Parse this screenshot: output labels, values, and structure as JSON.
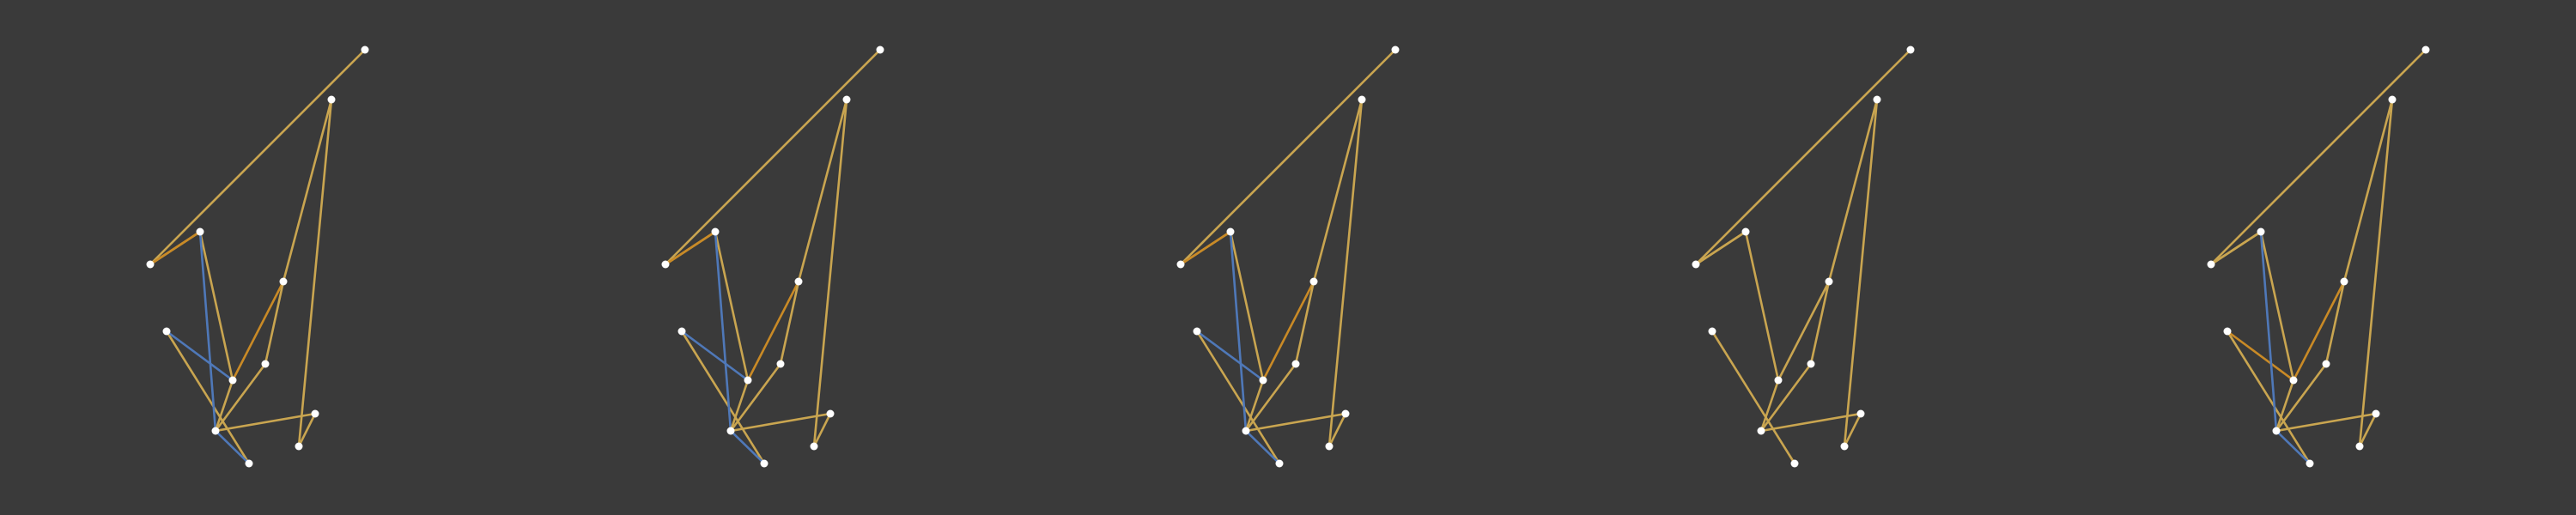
{
  "colors": {
    "background": "#3a3a3a",
    "gold": "#c9a550",
    "orange": "#c98a26",
    "blue": "#4f78b8",
    "node": "#ffffff"
  },
  "graph": {
    "node_ids": [
      "A",
      "B",
      "C",
      "D",
      "E",
      "F",
      "G",
      "H",
      "I",
      "J",
      "K",
      "L"
    ],
    "base_edges": [
      [
        "A",
        "C"
      ],
      [
        "A",
        "I"
      ],
      [
        "B",
        "G"
      ],
      [
        "C",
        "D"
      ],
      [
        "E",
        "H"
      ],
      [
        "F",
        "J"
      ],
      [
        "J",
        "K"
      ],
      [
        "L",
        "E"
      ],
      [
        "K",
        "L"
      ]
    ],
    "panels": [
      {
        "extra_edges": [
          {
            "from": "A",
            "to": "C",
            "color": "orange"
          },
          {
            "from": "B",
            "to": "D",
            "color": "blue"
          },
          {
            "from": "C",
            "to": "E",
            "color": "blue"
          },
          {
            "from": "D",
            "to": "F",
            "color": "orange"
          },
          {
            "from": "E",
            "to": "G",
            "color": "blue"
          },
          {
            "from": "F",
            "to": "H",
            "color": "gold"
          },
          {
            "from": "D",
            "to": "E",
            "color": "gold"
          }
        ]
      },
      {
        "extra_edges": [
          {
            "from": "A",
            "to": "C",
            "color": "orange"
          },
          {
            "from": "B",
            "to": "D",
            "color": "blue"
          },
          {
            "from": "C",
            "to": "E",
            "color": "blue"
          },
          {
            "from": "D",
            "to": "F",
            "color": "orange"
          },
          {
            "from": "E",
            "to": "G",
            "color": "blue"
          },
          {
            "from": "F",
            "to": "H",
            "color": "gold"
          },
          {
            "from": "D",
            "to": "E",
            "color": "gold"
          }
        ]
      },
      {
        "extra_edges": [
          {
            "from": "A",
            "to": "C",
            "color": "orange"
          },
          {
            "from": "B",
            "to": "D",
            "color": "blue"
          },
          {
            "from": "C",
            "to": "E",
            "color": "blue"
          },
          {
            "from": "D",
            "to": "F",
            "color": "orange"
          },
          {
            "from": "E",
            "to": "G",
            "color": "blue"
          },
          {
            "from": "F",
            "to": "H",
            "color": "gold"
          },
          {
            "from": "D",
            "to": "E",
            "color": "gold"
          }
        ]
      },
      {
        "extra_edges": [
          {
            "from": "A",
            "to": "C",
            "color": "gold"
          },
          {
            "from": "D",
            "to": "F",
            "color": "gold"
          },
          {
            "from": "F",
            "to": "H",
            "color": "gold"
          },
          {
            "from": "D",
            "to": "E",
            "color": "gold"
          }
        ]
      },
      {
        "extra_edges": [
          {
            "from": "A",
            "to": "C",
            "color": "gold"
          },
          {
            "from": "B",
            "to": "D",
            "color": "orange"
          },
          {
            "from": "C",
            "to": "E",
            "color": "blue"
          },
          {
            "from": "D",
            "to": "F",
            "color": "orange"
          },
          {
            "from": "E",
            "to": "G",
            "color": "blue"
          },
          {
            "from": "F",
            "to": "H",
            "color": "gold"
          },
          {
            "from": "D",
            "to": "E",
            "color": "gold"
          }
        ]
      }
    ]
  }
}
